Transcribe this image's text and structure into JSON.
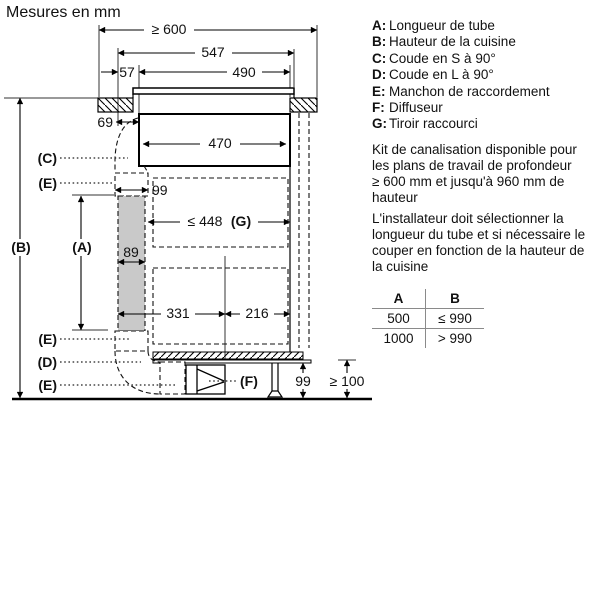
{
  "title": "Mesures en mm",
  "drawing": {
    "dims": {
      "depth": "≥ 600",
      "d547": "547",
      "d57": "57",
      "d490": "490",
      "d69": "69",
      "d470": "470",
      "d99_top": "99",
      "g_value": "≤ 448",
      "g_label": "(G)",
      "d89": "89",
      "d331": "331",
      "d216": "216",
      "d99_bottom": "99",
      "clearance": "≥ 100"
    },
    "labels": {
      "A": "(A)",
      "B": "(B)",
      "C": "(C)",
      "D": "(D)",
      "E_top": "(E)",
      "E_mid": "(E)",
      "E_bottom": "(E)",
      "F": "(F)"
    }
  },
  "legend": {
    "items": [
      {
        "key": "A:",
        "label": "Longueur de tube"
      },
      {
        "key": "B:",
        "label": "Hauteur de la cuisine"
      },
      {
        "key": "C:",
        "label": "Coude en S à 90°"
      },
      {
        "key": "D:",
        "label": "Coude en L à 90°"
      },
      {
        "key": "E:",
        "label": "Manchon de raccordement"
      },
      {
        "key": "F:",
        "label": "Diffuseur"
      },
      {
        "key": "G:",
        "label": "Tiroir raccourci"
      }
    ]
  },
  "notes": {
    "para1": {
      "lines": [
        "Kit de canalisation disponible pour",
        "les plans de travail de profondeur",
        "≥ 600 mm et jusqu'à 960 mm de",
        "hauteur"
      ]
    },
    "para2": {
      "lines": [
        "L'installateur doit sélectionner la",
        "longueur du tube et si nécessaire le",
        "couper en fonction de la hauteur de",
        "la cuisine"
      ]
    }
  },
  "table": {
    "headers": [
      "A",
      "B"
    ],
    "rows": [
      [
        "500",
        "≤ 990"
      ],
      [
        "1000",
        "> 990"
      ]
    ]
  }
}
